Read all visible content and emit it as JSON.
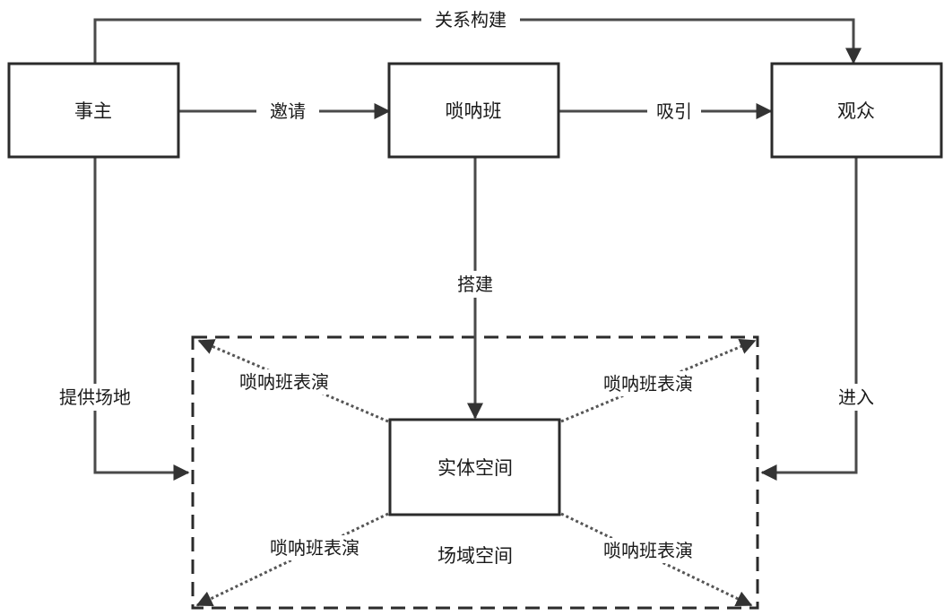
{
  "nodes": {
    "shizhu": "事主",
    "suonaban": "唢呐班",
    "guanzhong": "观众",
    "shiti": "实体空间",
    "changyu": "场域空间"
  },
  "edges": {
    "guanxi": "关系构建",
    "yaoqing": "邀请",
    "xiyin": "吸引",
    "dajian": "搭建",
    "tigong": "提供场地",
    "jinru": "进入"
  },
  "performance": {
    "top_left": "唢呐班表演",
    "top_right": "唢呐班表演",
    "bottom_left": "唢呐班表演",
    "bottom_right": "唢呐班表演"
  }
}
